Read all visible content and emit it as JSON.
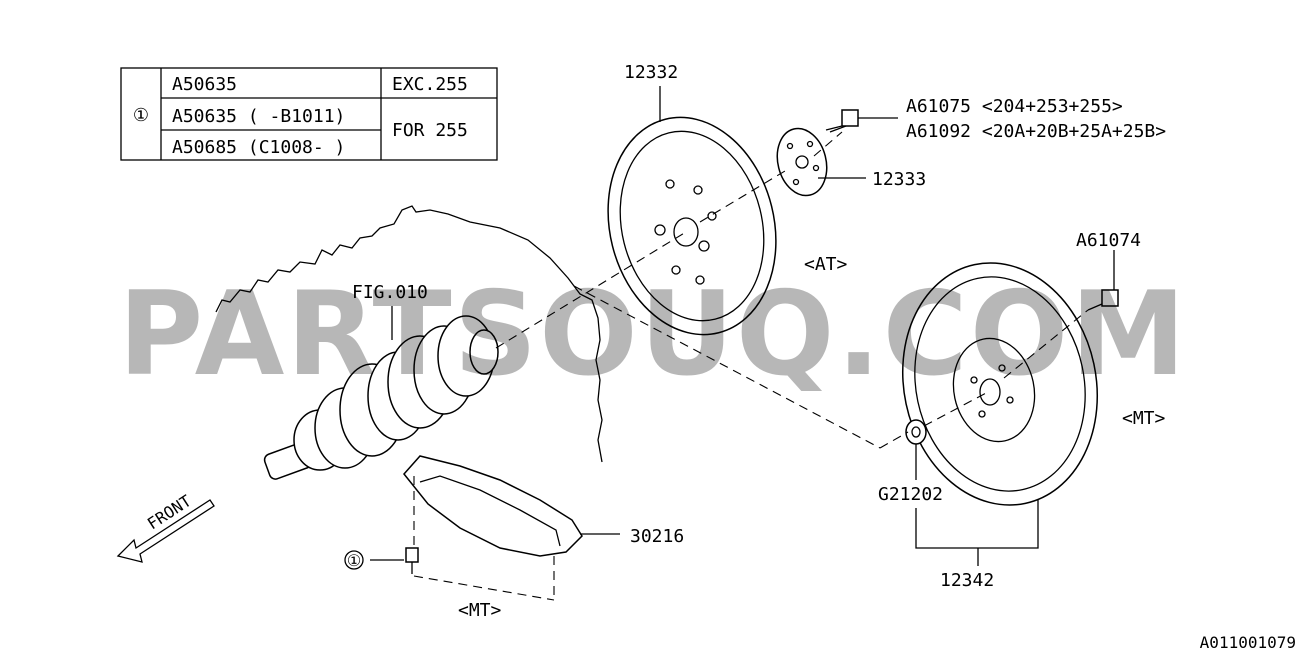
{
  "table": {
    "ref_symbol": "①",
    "rows": [
      {
        "part": "A50635",
        "note": "EXC.255"
      },
      {
        "part": "A50635 ( -B1011)",
        "note": "FOR 255"
      },
      {
        "part": "A50685 (C1008- )",
        "note": ""
      }
    ]
  },
  "labels": {
    "p12332": "12332",
    "p12333": "12333",
    "a61075": "A61075 <204+253+255>",
    "a61092": "A61092 <20A+20B+25A+25B>",
    "a61074": "A61074",
    "at": "<AT>",
    "mt_right": "<MT>",
    "mt_bottom": "<MT>",
    "fig010": "FIG.010",
    "p30216": "30216",
    "g21202": "G21202",
    "p12342": "12342",
    "front": "FRONT",
    "circle1": "①"
  },
  "watermark": "PARTSOUQ.COM",
  "diagram_code": "A011001079"
}
